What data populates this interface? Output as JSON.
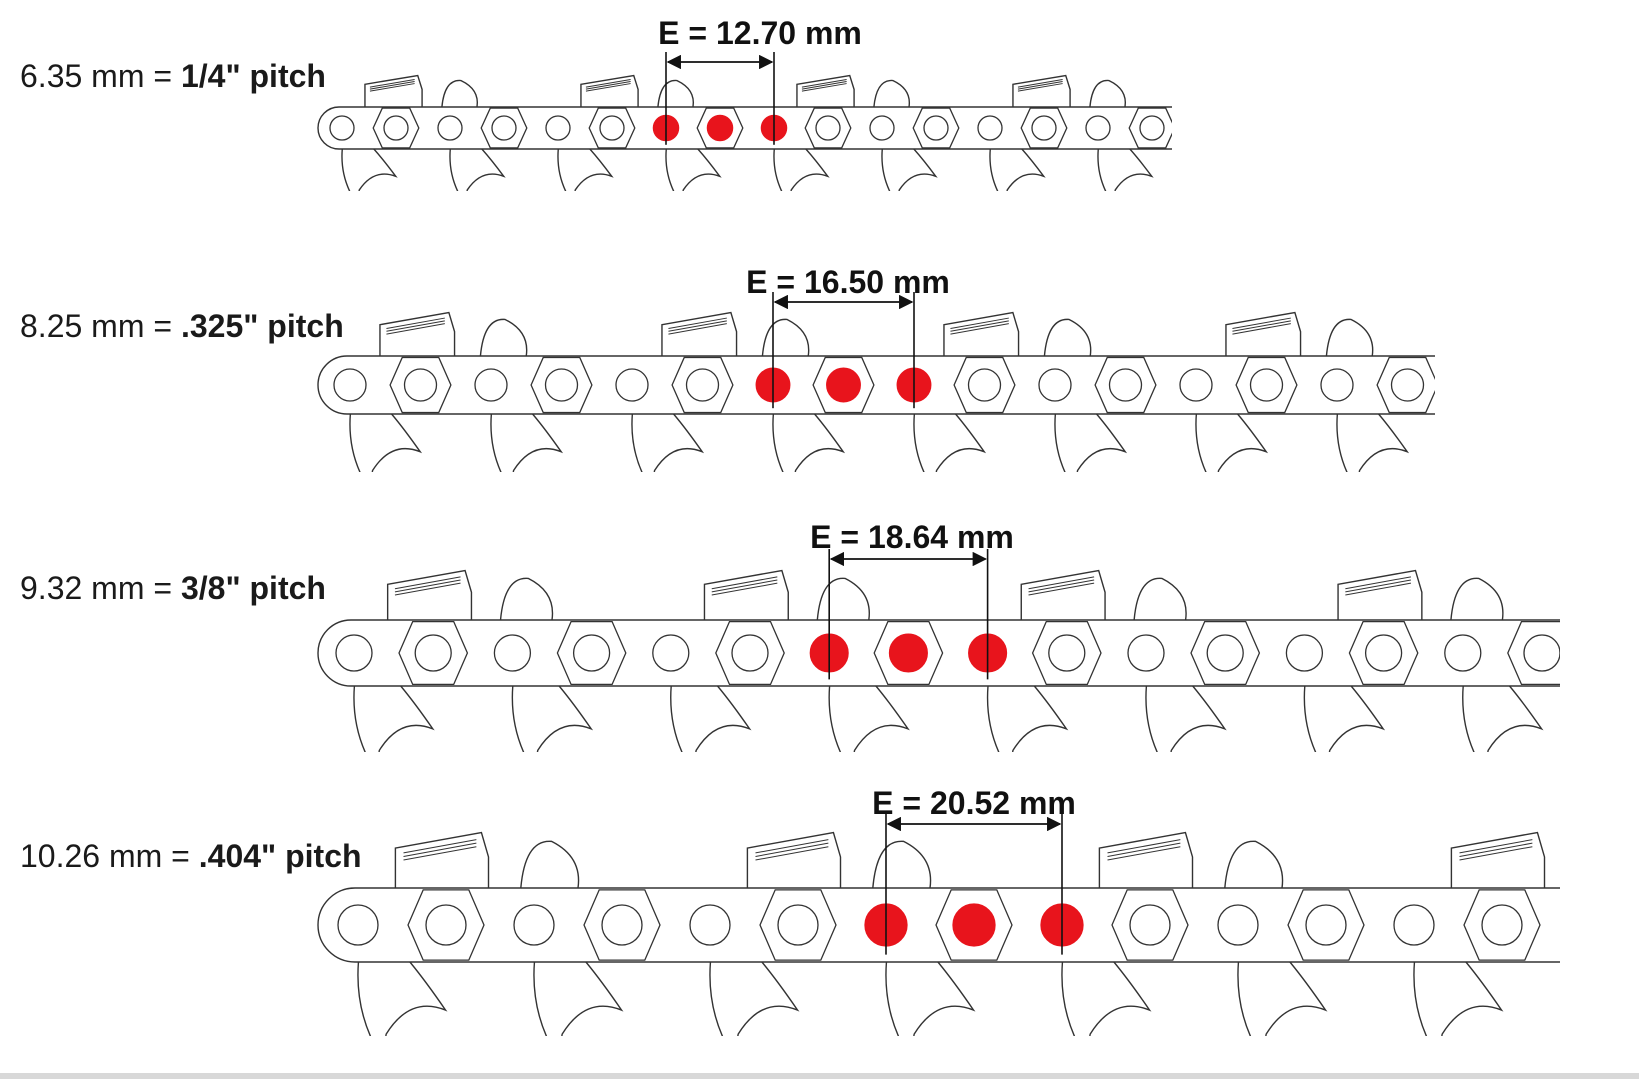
{
  "colors": {
    "pin_highlight": "#e8141c",
    "line": "#333333",
    "background": "#ffffff"
  },
  "chains": [
    {
      "mm_label": "6.35 mm = ",
      "pitch_label": "1/4\" pitch",
      "dimension_label": "E = 12.70 mm"
    },
    {
      "mm_label": "8.25 mm = ",
      "pitch_label": ".325\" pitch",
      "dimension_label": "E = 16.50 mm"
    },
    {
      "mm_label": "9.32 mm = ",
      "pitch_label": "3/8\" pitch",
      "dimension_label": "E = 18.64 mm"
    },
    {
      "mm_label": "10.26 mm = ",
      "pitch_label": ".404\" pitch",
      "dimension_label": "E =  20.52 mm"
    }
  ]
}
